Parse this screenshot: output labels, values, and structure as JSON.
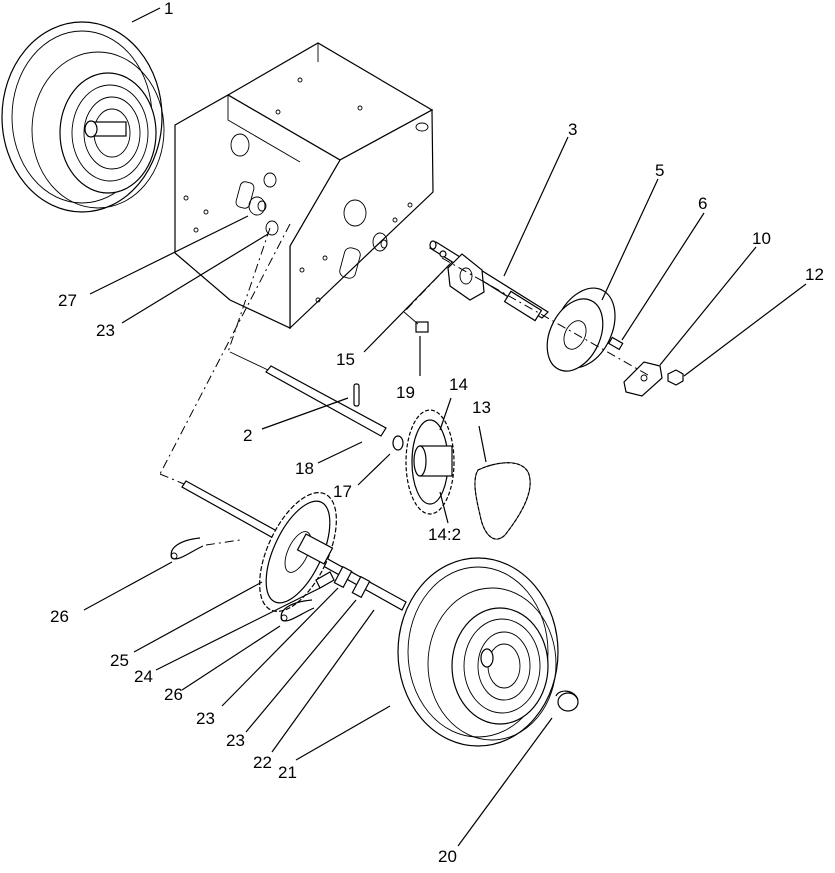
{
  "callouts": [
    {
      "id": "c1",
      "label": "1"
    },
    {
      "id": "c3",
      "label": "3"
    },
    {
      "id": "c5",
      "label": "5"
    },
    {
      "id": "c6",
      "label": "6"
    },
    {
      "id": "c10",
      "label": "10"
    },
    {
      "id": "c12",
      "label": "12"
    },
    {
      "id": "c27",
      "label": "27"
    },
    {
      "id": "c23a",
      "label": "23"
    },
    {
      "id": "c15",
      "label": "15"
    },
    {
      "id": "c19",
      "label": "19"
    },
    {
      "id": "c14",
      "label": "14"
    },
    {
      "id": "c13",
      "label": "13"
    },
    {
      "id": "c2",
      "label": "2"
    },
    {
      "id": "c18",
      "label": "18"
    },
    {
      "id": "c17",
      "label": "17"
    },
    {
      "id": "c142",
      "label": "14:2"
    },
    {
      "id": "c26a",
      "label": "26"
    },
    {
      "id": "c25",
      "label": "25"
    },
    {
      "id": "c24",
      "label": "24"
    },
    {
      "id": "c26b",
      "label": "26"
    },
    {
      "id": "c23b",
      "label": "23"
    },
    {
      "id": "c23c",
      "label": "23"
    },
    {
      "id": "c22",
      "label": "22"
    },
    {
      "id": "c21",
      "label": "21"
    },
    {
      "id": "c20",
      "label": "20"
    }
  ]
}
